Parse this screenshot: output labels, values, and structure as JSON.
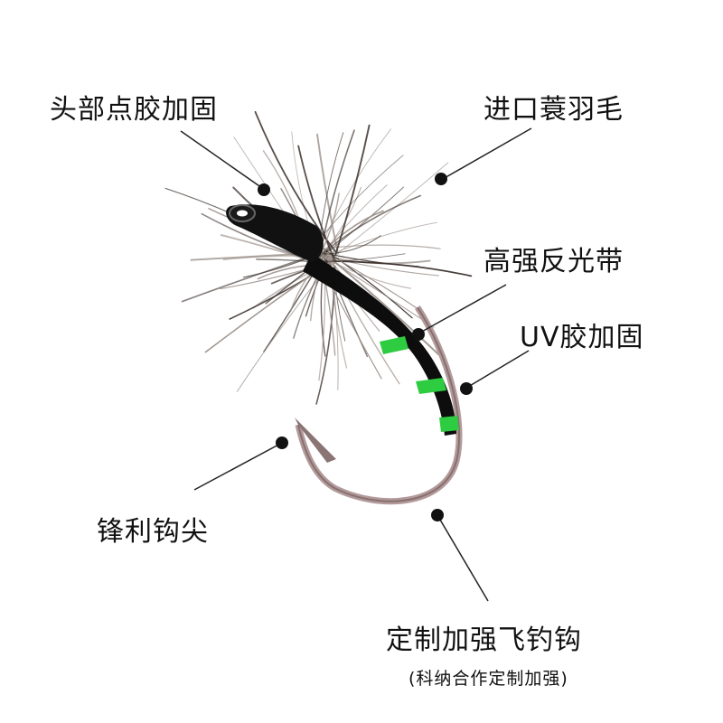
{
  "labels": {
    "head_glue": "头部点胶加固",
    "feather": "进口蓑羽毛",
    "reflective_band": "高强反光带",
    "uv_glue": "UV胶加固",
    "sharp_point": "锋利钩尖",
    "custom_hook": "定制加强飞钓钩",
    "custom_hook_note": "(科纳合作定制加强)"
  },
  "colors": {
    "text": "#111111",
    "hook_body": "#0d0d0d",
    "hook_wire": "#a08a8a",
    "flash": "#2ecc40",
    "feather_dark": "#3a2f2a",
    "feather_light": "#9a8f88"
  }
}
